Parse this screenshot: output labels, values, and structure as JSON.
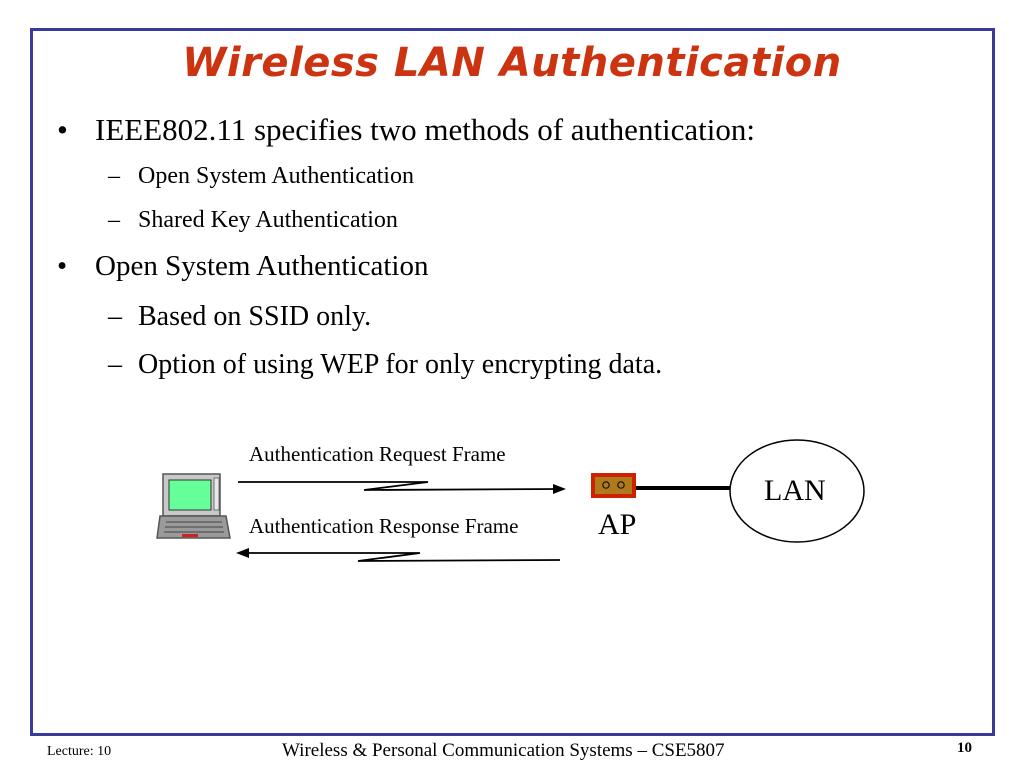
{
  "slide": {
    "title": "Wireless LAN Authentication",
    "bullets": [
      {
        "text": "IEEE802.11 specifies two methods of authentication:",
        "subs": [
          "Open System Authentication",
          "Shared Key Authentication"
        ]
      },
      {
        "text": "Open System Authentication",
        "subs": [
          "Based on SSID only.",
          "Option of using WEP for only encrypting data."
        ]
      }
    ],
    "bullet_mark": "•",
    "sub_mark": "–"
  },
  "diagram": {
    "request_label": "Authentication Request Frame",
    "response_label": "Authentication Response Frame",
    "ap_label": "AP",
    "lan_label": "LAN"
  },
  "footer": {
    "lecture": "Lecture: 10",
    "course": "Wireless & Personal Communication Systems – CSE5807",
    "page": "10"
  },
  "colors": {
    "title": "#cc3311",
    "frame": "#3a3a9a",
    "screen": "#66ff99",
    "ap_box": "#b07a1a",
    "ap_border": "#cc2200"
  }
}
